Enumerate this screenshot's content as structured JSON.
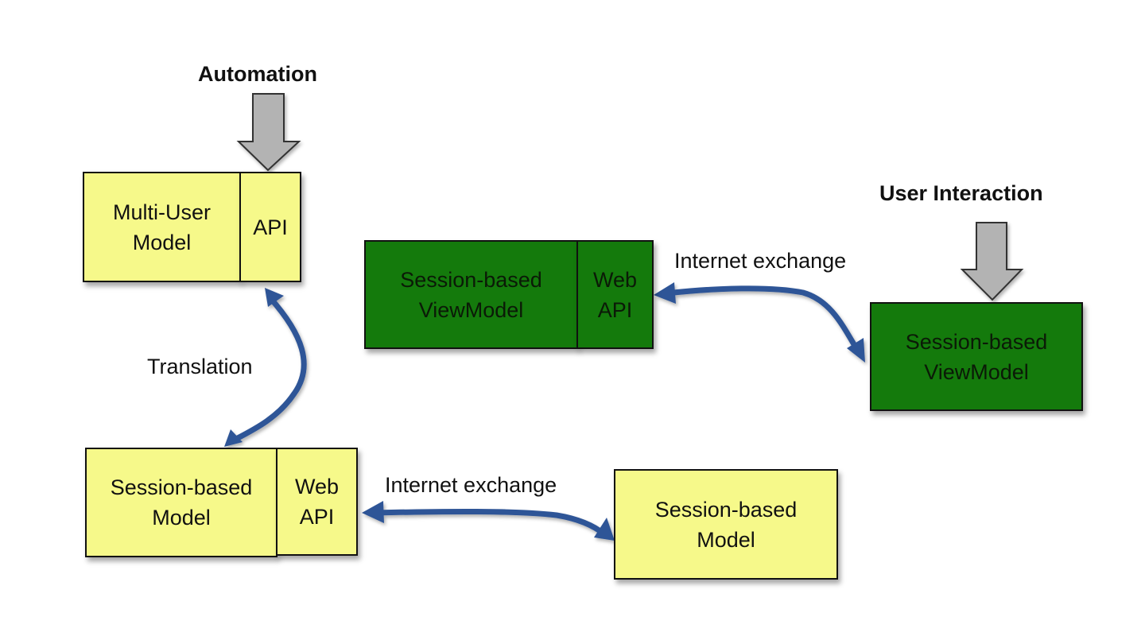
{
  "diagram": {
    "inputs": {
      "automation": "Automation",
      "user_interaction": "User Interaction"
    },
    "boxes": {
      "multi_user_model": {
        "label": "Multi-User\nModel",
        "fill": "#f6f98a"
      },
      "multi_user_api": {
        "label": "API",
        "fill": "#f6f98a"
      },
      "server_session_viewmodel": {
        "label": "Session-based\nViewModel",
        "fill": "#147a0c"
      },
      "server_session_viewmodel_api": {
        "label": "Web\nAPI",
        "fill": "#147a0c"
      },
      "client_session_viewmodel": {
        "label": "Session-based\nViewModel",
        "fill": "#147a0c"
      },
      "server_session_model": {
        "label": "Session-based\nModel",
        "fill": "#f6f98a"
      },
      "server_session_model_api": {
        "label": "Web\nAPI",
        "fill": "#f6f98a"
      },
      "client_session_model": {
        "label": "Session-based\nModel",
        "fill": "#f6f98a"
      }
    },
    "connectors": {
      "translation": {
        "label": "Translation",
        "from": "multi_user_api",
        "to": "server_session_model",
        "bidirectional": true
      },
      "internet_exchange_viewmodel": {
        "label": "Internet exchange",
        "from": "server_session_viewmodel_api",
        "to": "client_session_viewmodel",
        "bidirectional": true
      },
      "internet_exchange_model": {
        "label": "Internet exchange",
        "from": "server_session_model_api",
        "to": "client_session_model",
        "bidirectional": true
      }
    },
    "colors": {
      "connector": "#2f5597",
      "input_arrow_fill": "#b3b3b3",
      "input_arrow_stroke": "#333333"
    }
  }
}
